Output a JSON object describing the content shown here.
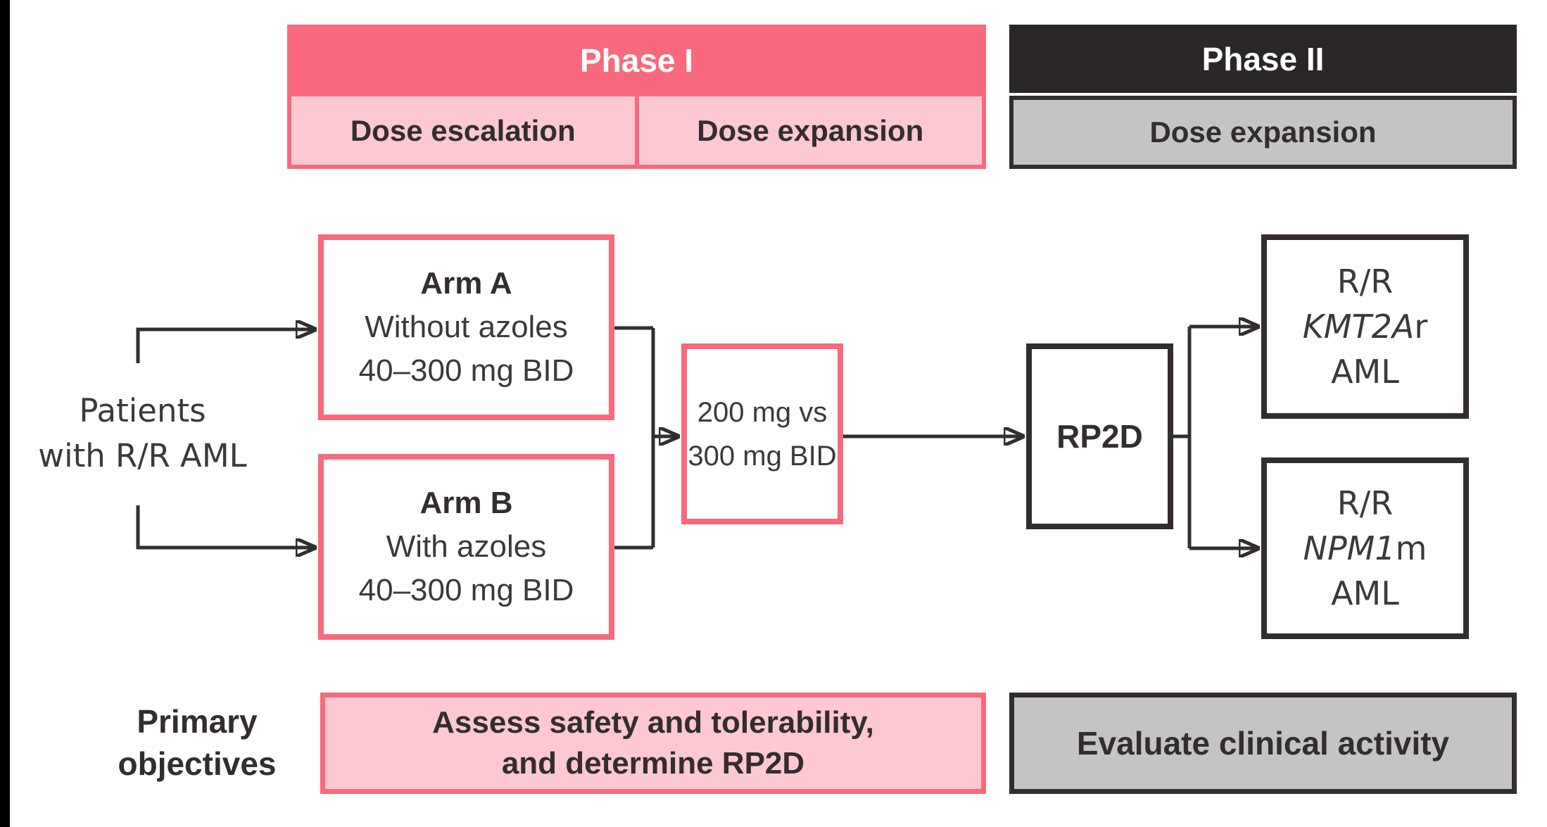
{
  "colors": {
    "pink": "#F8697E",
    "light_pink": "#FCC8D2",
    "dark": "#2B2627",
    "gray": "#C5C4C4",
    "line": "#332D2F",
    "text": "#3A3A3A",
    "background": "#FFFFFF"
  },
  "phase1": {
    "title": "Phase I",
    "columns": [
      "Dose escalation",
      "Dose expansion"
    ]
  },
  "phase2": {
    "title": "Phase II",
    "column": "Dose expansion"
  },
  "flow": {
    "patients": {
      "line1": "Patients",
      "line2": "with R/R AML"
    },
    "arm_a": {
      "title": "Arm A",
      "desc": "Without azoles",
      "dose": "40–300 mg BID"
    },
    "arm_b": {
      "title": "Arm B",
      "desc": "With azoles",
      "dose": "40–300 mg BID"
    },
    "dose_comparison": {
      "line1": "200 mg vs",
      "line2": "300 mg BID"
    },
    "rp2d_label": "RP2D",
    "cohort_kmt2a": {
      "status": "R/R",
      "gene": "KMT2A",
      "suffix": "r",
      "disease": "AML"
    },
    "cohort_npm1": {
      "status": "R/R",
      "gene": "NPM1",
      "suffix": "m",
      "disease": "AML"
    }
  },
  "objectives": {
    "label": {
      "line1": "Primary",
      "line2": "objectives"
    },
    "phase1_line1": "Assess safety and tolerability,",
    "phase1_line2": "and determine RP2D",
    "phase2_text": "Evaluate clinical activity"
  }
}
